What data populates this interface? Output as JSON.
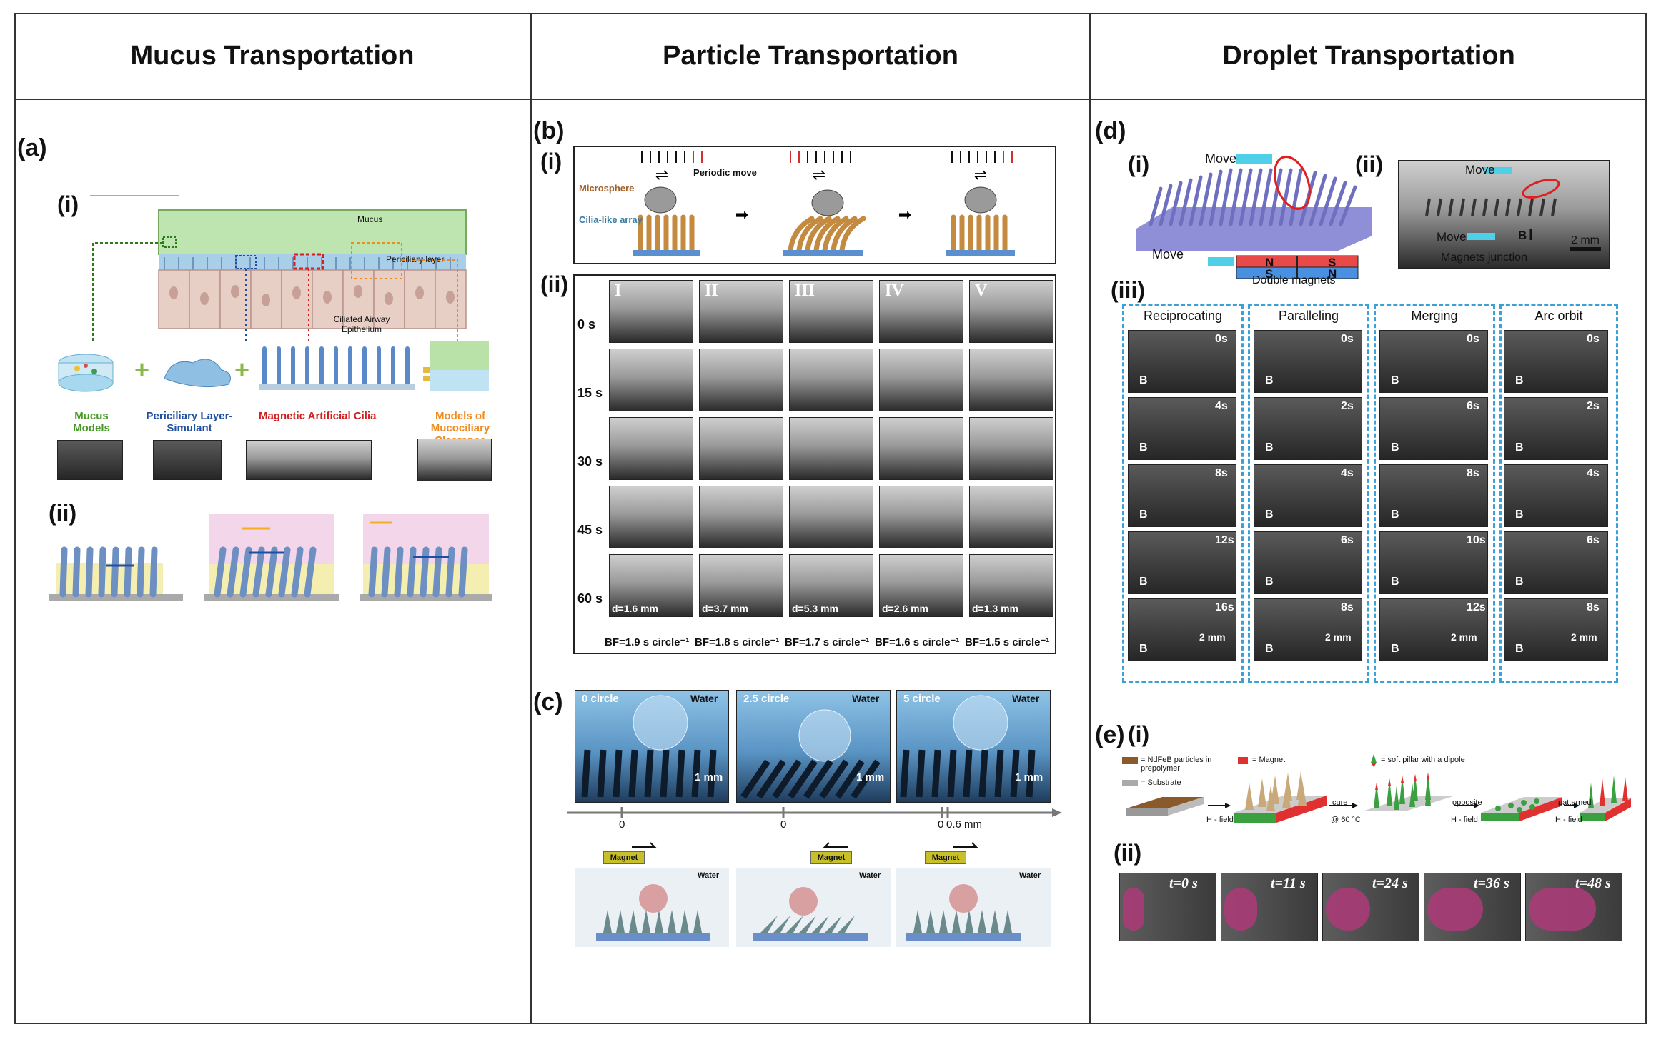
{
  "headers": [
    "Mucus Transportation",
    "Particle Transportation",
    "Droplet Transportation"
  ],
  "panel_a": {
    "label": "(a)",
    "sub_i": "(i)",
    "sub_ii": "(ii)",
    "mucus": "Mucus",
    "periciliary_layer": "Periciliary layer",
    "ciliated": "Ciliated Airway Epithelium",
    "items": [
      "Mucus Models",
      "Periciliary Layer-Simulant",
      "Magnetic Artificial Cilia",
      "Models of Mucociliary Clearance"
    ],
    "colors": {
      "mucus": "#4a9a2a",
      "layer": "#1f4fa0",
      "cilia": "#d02020",
      "models": "#f08a1c"
    }
  },
  "panel_b": {
    "label": "(b)",
    "sub_i": "(i)",
    "sub_ii": "(ii)",
    "periodic": "Periodic move",
    "microsphere": "Microsphere",
    "cilia_array": "Cilia-like array",
    "roman": [
      "I",
      "II",
      "III",
      "IV",
      "V"
    ],
    "times": [
      "0 s",
      "15 s",
      "30 s",
      "45 s",
      "60 s"
    ],
    "distances": [
      "d=1.6 mm",
      "d=3.7 mm",
      "d=5.3 mm",
      "d=2.6 mm",
      "d=1.3 mm"
    ],
    "bf": [
      "BF=1.9 s circle⁻¹",
      "BF=1.8 s circle⁻¹",
      "BF=1.7 s circle⁻¹",
      "BF=1.6 s circle⁻¹",
      "BF=1.5 s circle⁻¹"
    ]
  },
  "panel_c": {
    "label": "(c)",
    "frames": [
      "0 circle",
      "2.5 circle",
      "5 circle"
    ],
    "water": "Water",
    "scale": "1 mm",
    "axis": [
      "0",
      "0",
      "0",
      "0.6 mm"
    ],
    "magnet": "Magnet"
  },
  "panel_d": {
    "label": "(d)",
    "sub_i": "(i)",
    "sub_ii": "(ii)",
    "sub_iii": "(iii)",
    "move": "Move",
    "double_magnets": "Double magnets",
    "magnets_junction": "Magnets junction",
    "b": "B",
    "scale": "2 mm",
    "magnet_top": [
      "N",
      "S"
    ],
    "magnet_bottom": [
      "S",
      "N"
    ],
    "groups": [
      {
        "title": "Reciprocating",
        "times": [
          "0s",
          "4s",
          "8s",
          "12s",
          "16s"
        ]
      },
      {
        "title": "Paralleling",
        "times": [
          "0s",
          "2s",
          "4s",
          "6s",
          "8s"
        ]
      },
      {
        "title": "Merging",
        "times": [
          "0s",
          "6s",
          "8s",
          "10s",
          "12s"
        ]
      },
      {
        "title": "Arc orbit",
        "times": [
          "0s",
          "2s",
          "4s",
          "6s",
          "8s"
        ]
      }
    ]
  },
  "panel_e": {
    "label": "(e)",
    "sub_i": "(i)",
    "sub_ii": "(ii)",
    "legend_ndfeb": "= NdFeB particles in prepolymer",
    "legend_substrate": "= Substrate",
    "legend_magnet": "= Magnet",
    "legend_pillar": "= soft pillar with a dipole",
    "hfield": "H - field",
    "cure": "cure",
    "temp": "@ 60 °C",
    "opposite": "opposite",
    "patterned": "patterned",
    "times": [
      "t=0 s",
      "t=11 s",
      "t=24 s",
      "t=36 s",
      "t=48 s"
    ]
  }
}
